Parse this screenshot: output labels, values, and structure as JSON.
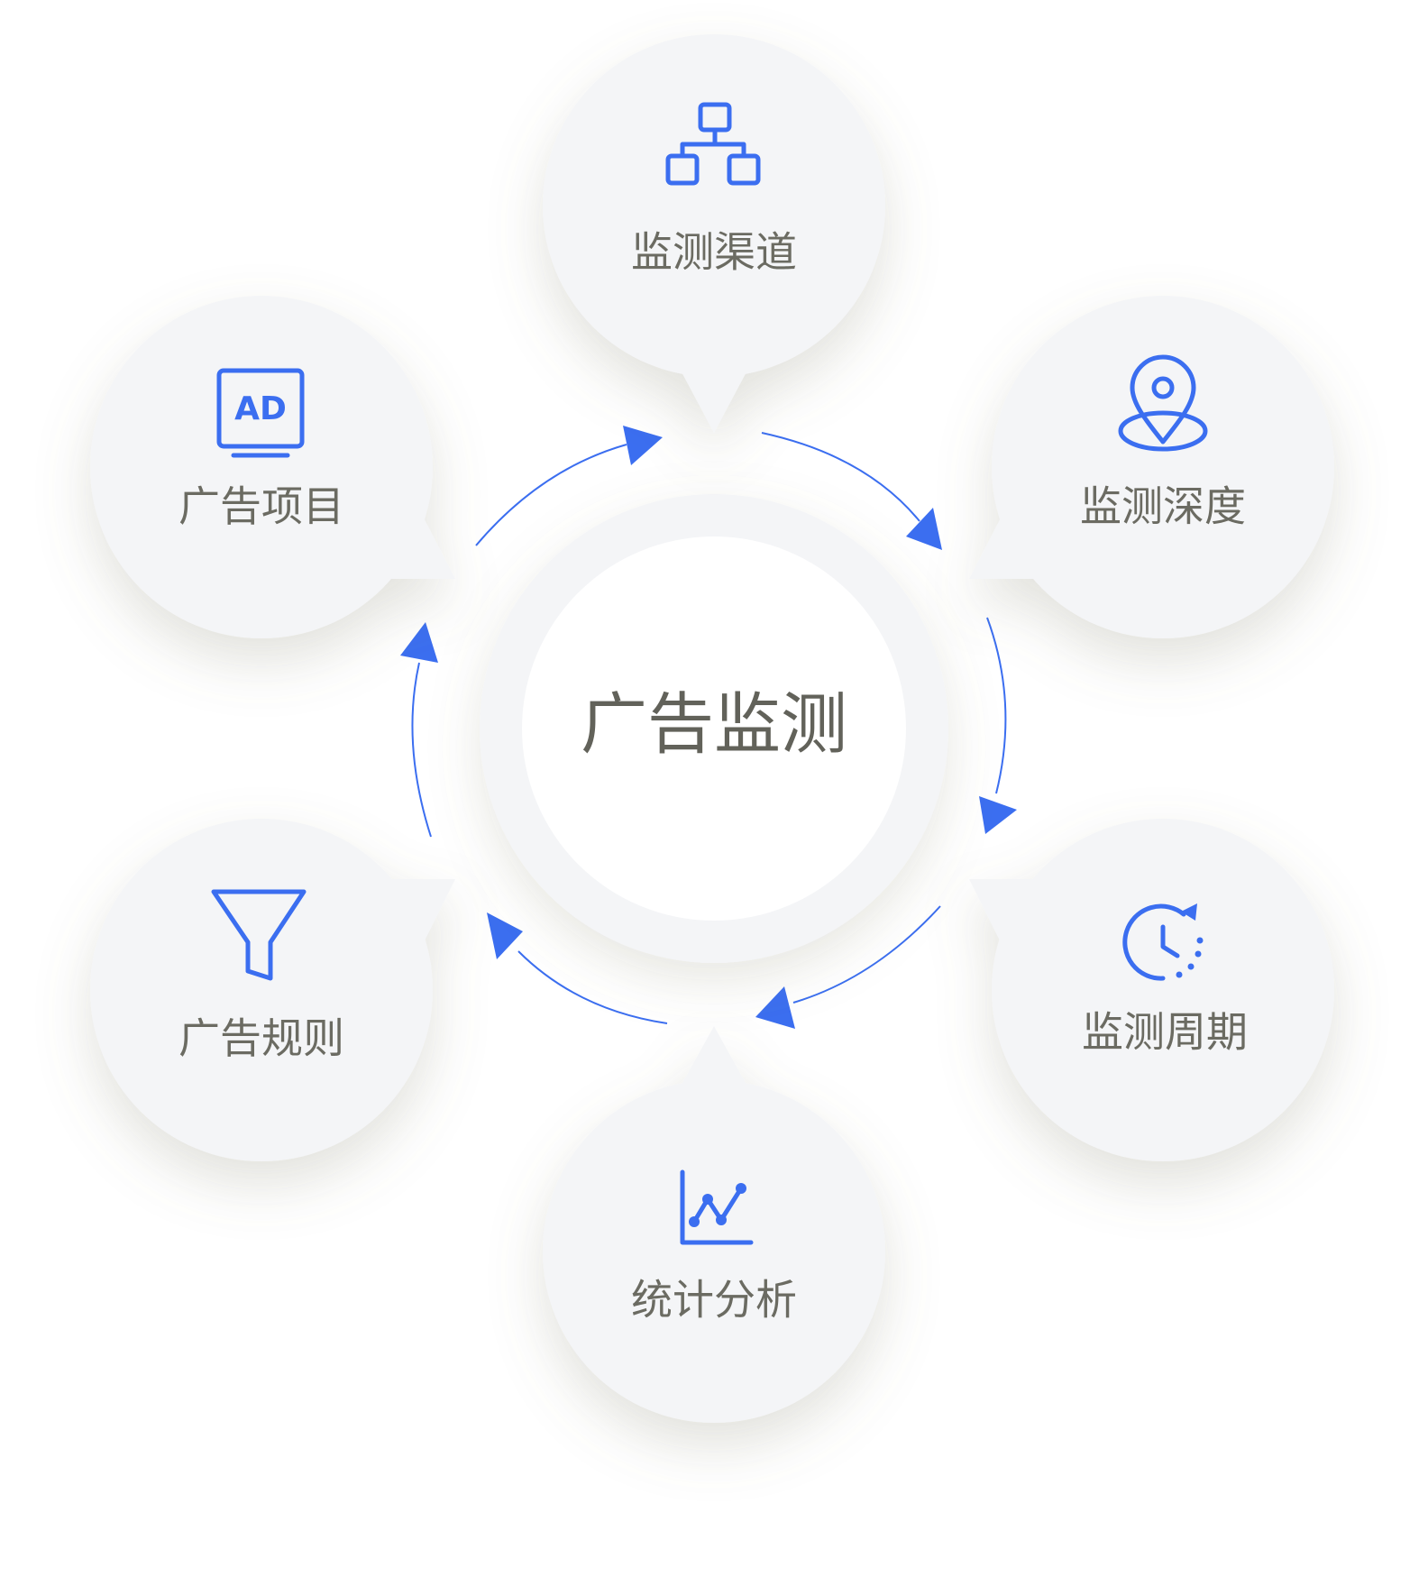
{
  "center": {
    "label": "广告监测"
  },
  "nodes": [
    {
      "id": "channel",
      "label": "监测渠道",
      "icon": "sitemap-icon"
    },
    {
      "id": "depth",
      "label": "监测深度",
      "icon": "location-pin-icon"
    },
    {
      "id": "period",
      "label": "监测周期",
      "icon": "clock-cycle-icon"
    },
    {
      "id": "stats",
      "label": "统计分析",
      "icon": "line-chart-icon"
    },
    {
      "id": "rules",
      "label": "广告规则",
      "icon": "funnel-icon"
    },
    {
      "id": "project",
      "label": "广告项目",
      "icon": "ad-monitor-icon",
      "icon_text": "AD"
    }
  ],
  "colors": {
    "accent": "#3b6ef0",
    "bubble": "#f4f5f7",
    "text": "#6b6b62"
  }
}
